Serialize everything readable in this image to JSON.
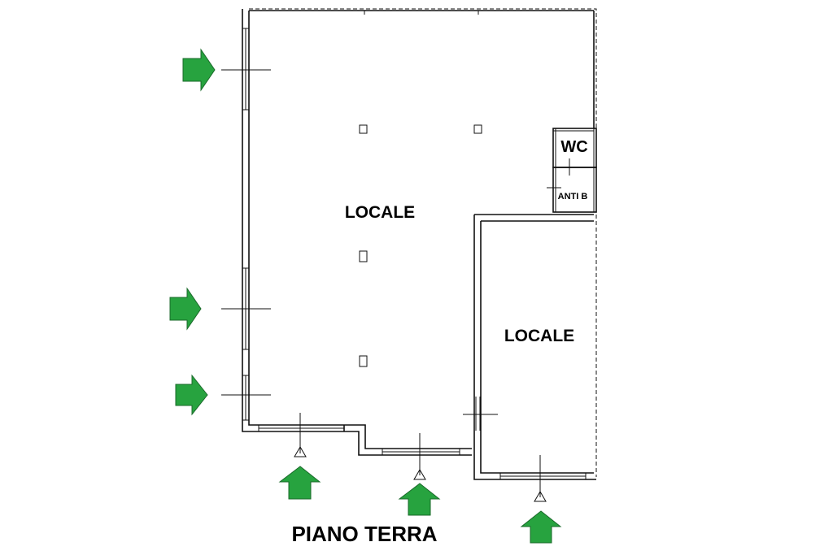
{
  "plan": {
    "title": "PIANO TERRA",
    "rooms": [
      {
        "id": "locale-main",
        "label": "LOCALE"
      },
      {
        "id": "locale-right",
        "label": "LOCALE"
      },
      {
        "id": "wc",
        "label": "WC"
      },
      {
        "id": "antibagno",
        "label": "ANTI B"
      }
    ],
    "entrance_arrows": 6,
    "colors": {
      "arrow": "#27a33f",
      "walls": "#111111",
      "background": "#ffffff"
    }
  }
}
